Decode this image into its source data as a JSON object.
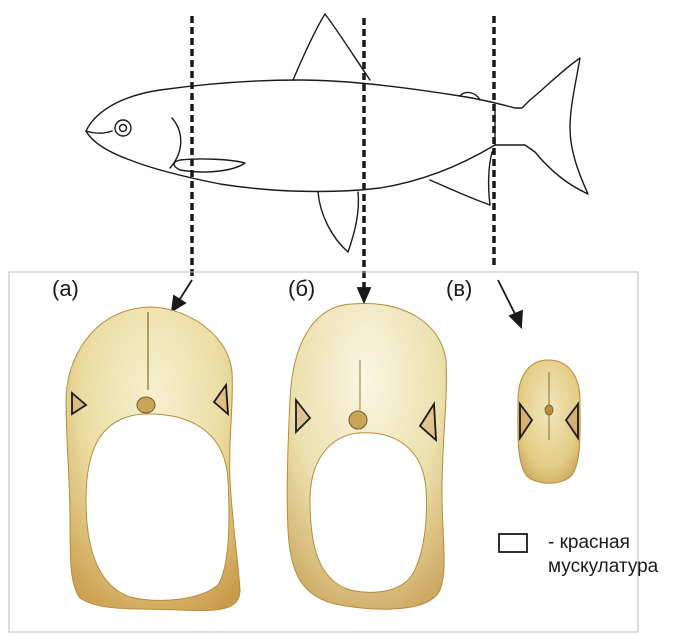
{
  "section_labels": [
    "(а)",
    "(б)",
    "(в)"
  ],
  "legend": {
    "line1": "- красная",
    "line2": "мускулатура"
  },
  "colors": {
    "outline": "#1a1a1a",
    "flesh_light": "#f3ecc6",
    "flesh_mid": "#e2cf8f",
    "flesh_dark": "#c9a55a",
    "skin_edge": "#b68c3c",
    "red_muscle": "#c98a4a"
  }
}
